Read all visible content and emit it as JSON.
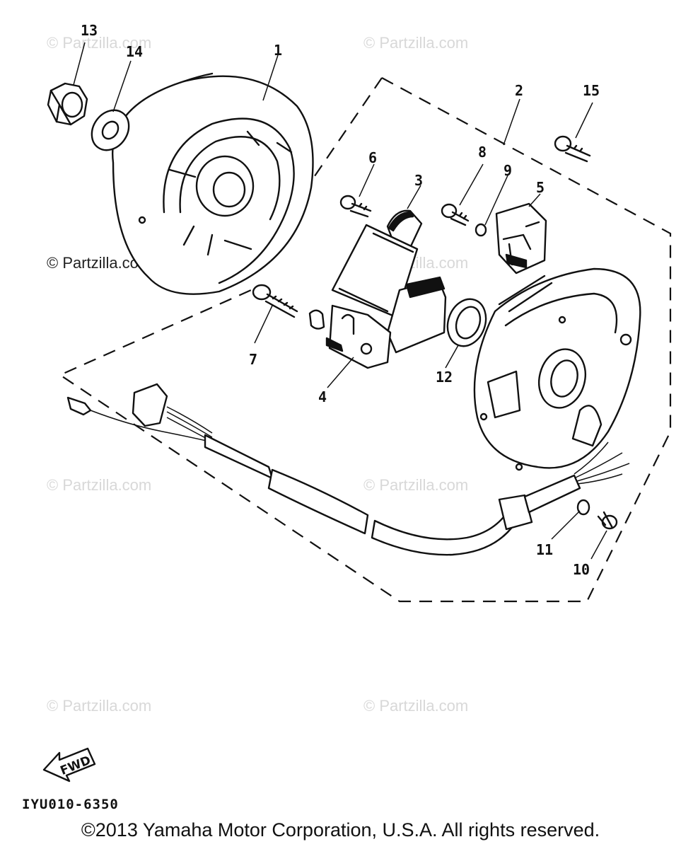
{
  "watermarks": [
    "© Partzilla.com",
    "© Partzilla.com",
    "© Partzilla.com",
    "© Partzilla.com",
    "© Partzilla.com",
    "© Partzilla.com",
    "© Partzilla.com",
    "© Partzilla.com"
  ],
  "callouts": [
    "1",
    "2",
    "3",
    "4",
    "5",
    "6",
    "7",
    "8",
    "9",
    "10",
    "11",
    "12",
    "13",
    "14",
    "15"
  ],
  "direction_label": "FWD",
  "drawing_code": "IYU010-6350",
  "copyright": "©2013 Yamaha Motor Corporation, U.S.A. All rights reserved.",
  "icons": {
    "direction": "fwd-arrow-icon"
  }
}
